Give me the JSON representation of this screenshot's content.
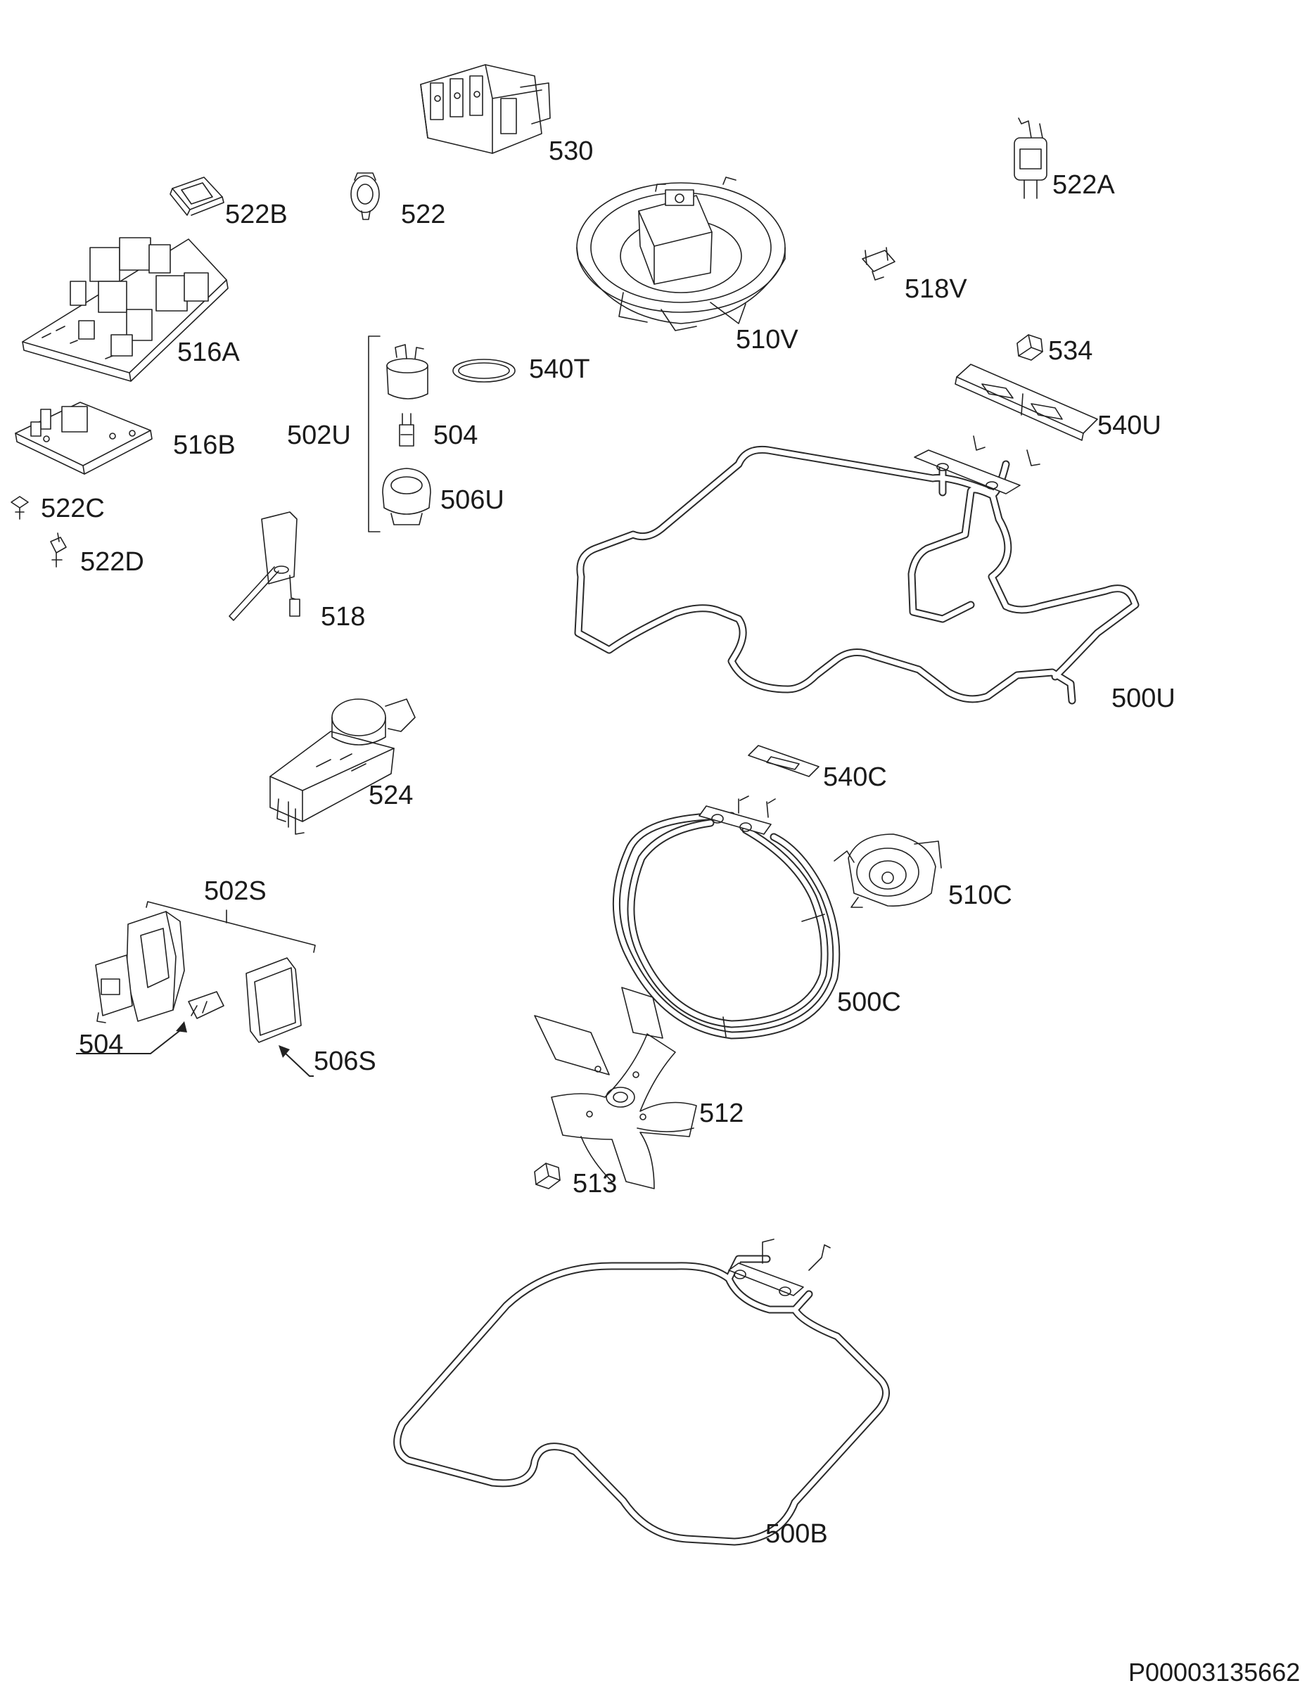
{
  "parts": [
    {
      "id": "p530",
      "label": "530"
    },
    {
      "id": "p522b",
      "label": "522B"
    },
    {
      "id": "p522",
      "label": "522"
    },
    {
      "id": "p522a",
      "label": "522A"
    },
    {
      "id": "p516a",
      "label": "516A"
    },
    {
      "id": "p510v",
      "label": "510V"
    },
    {
      "id": "p518v",
      "label": "518V"
    },
    {
      "id": "p534",
      "label": "534"
    },
    {
      "id": "p540t",
      "label": "540T"
    },
    {
      "id": "p502u",
      "label": "502U"
    },
    {
      "id": "p504u",
      "label": "504"
    },
    {
      "id": "p506u",
      "label": "506U"
    },
    {
      "id": "p540u",
      "label": "540U"
    },
    {
      "id": "p516b",
      "label": "516B"
    },
    {
      "id": "p522c",
      "label": "522C"
    },
    {
      "id": "p522d",
      "label": "522D"
    },
    {
      "id": "p518",
      "label": "518"
    },
    {
      "id": "p500u",
      "label": "500U"
    },
    {
      "id": "p524",
      "label": "524"
    },
    {
      "id": "p540c",
      "label": "540C"
    },
    {
      "id": "p502s",
      "label": "502S"
    },
    {
      "id": "p510c",
      "label": "510C"
    },
    {
      "id": "p500c",
      "label": "500C"
    },
    {
      "id": "p504s",
      "label": "504"
    },
    {
      "id": "p506s",
      "label": "506S"
    },
    {
      "id": "p512",
      "label": "512"
    },
    {
      "id": "p513",
      "label": "513"
    },
    {
      "id": "p500b",
      "label": "500B"
    }
  ],
  "document_code": "P00003135662"
}
